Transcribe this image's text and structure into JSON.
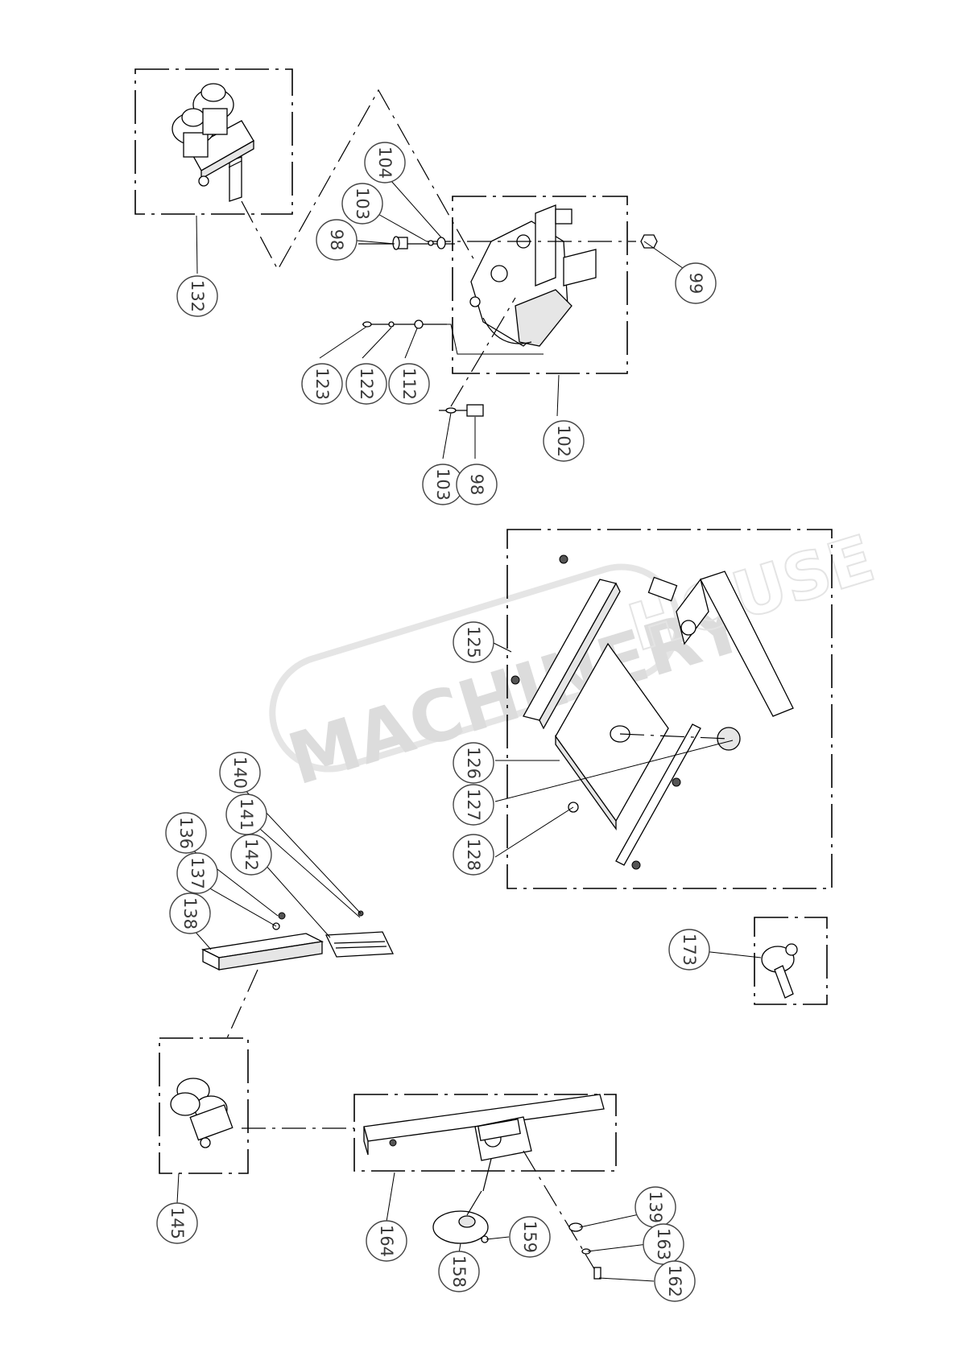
{
  "watermark": {
    "word1": "MACHINERY",
    "word2": "HOUSE"
  },
  "callouts": [
    {
      "id": "c132",
      "label": "132"
    },
    {
      "id": "c104",
      "label": "104"
    },
    {
      "id": "c103a",
      "label": "103"
    },
    {
      "id": "c98a",
      "label": "98"
    },
    {
      "id": "c99",
      "label": "99"
    },
    {
      "id": "c123",
      "label": "123"
    },
    {
      "id": "c122",
      "label": "122"
    },
    {
      "id": "c112",
      "label": "112"
    },
    {
      "id": "c102",
      "label": "102"
    },
    {
      "id": "c103b",
      "label": "103"
    },
    {
      "id": "c98b",
      "label": "98"
    },
    {
      "id": "c125",
      "label": "125"
    },
    {
      "id": "c126",
      "label": "126"
    },
    {
      "id": "c127",
      "label": "127"
    },
    {
      "id": "c128",
      "label": "128"
    },
    {
      "id": "c140",
      "label": "140"
    },
    {
      "id": "c141",
      "label": "141"
    },
    {
      "id": "c142",
      "label": "142"
    },
    {
      "id": "c136",
      "label": "136"
    },
    {
      "id": "c137",
      "label": "137"
    },
    {
      "id": "c138",
      "label": "138"
    },
    {
      "id": "c173",
      "label": "173"
    },
    {
      "id": "c145",
      "label": "145"
    },
    {
      "id": "c164",
      "label": "164"
    },
    {
      "id": "c159",
      "label": "159"
    },
    {
      "id": "c139",
      "label": "139"
    },
    {
      "id": "c163",
      "label": "163"
    },
    {
      "id": "c162",
      "label": "162"
    },
    {
      "id": "c158",
      "label": "158"
    }
  ]
}
